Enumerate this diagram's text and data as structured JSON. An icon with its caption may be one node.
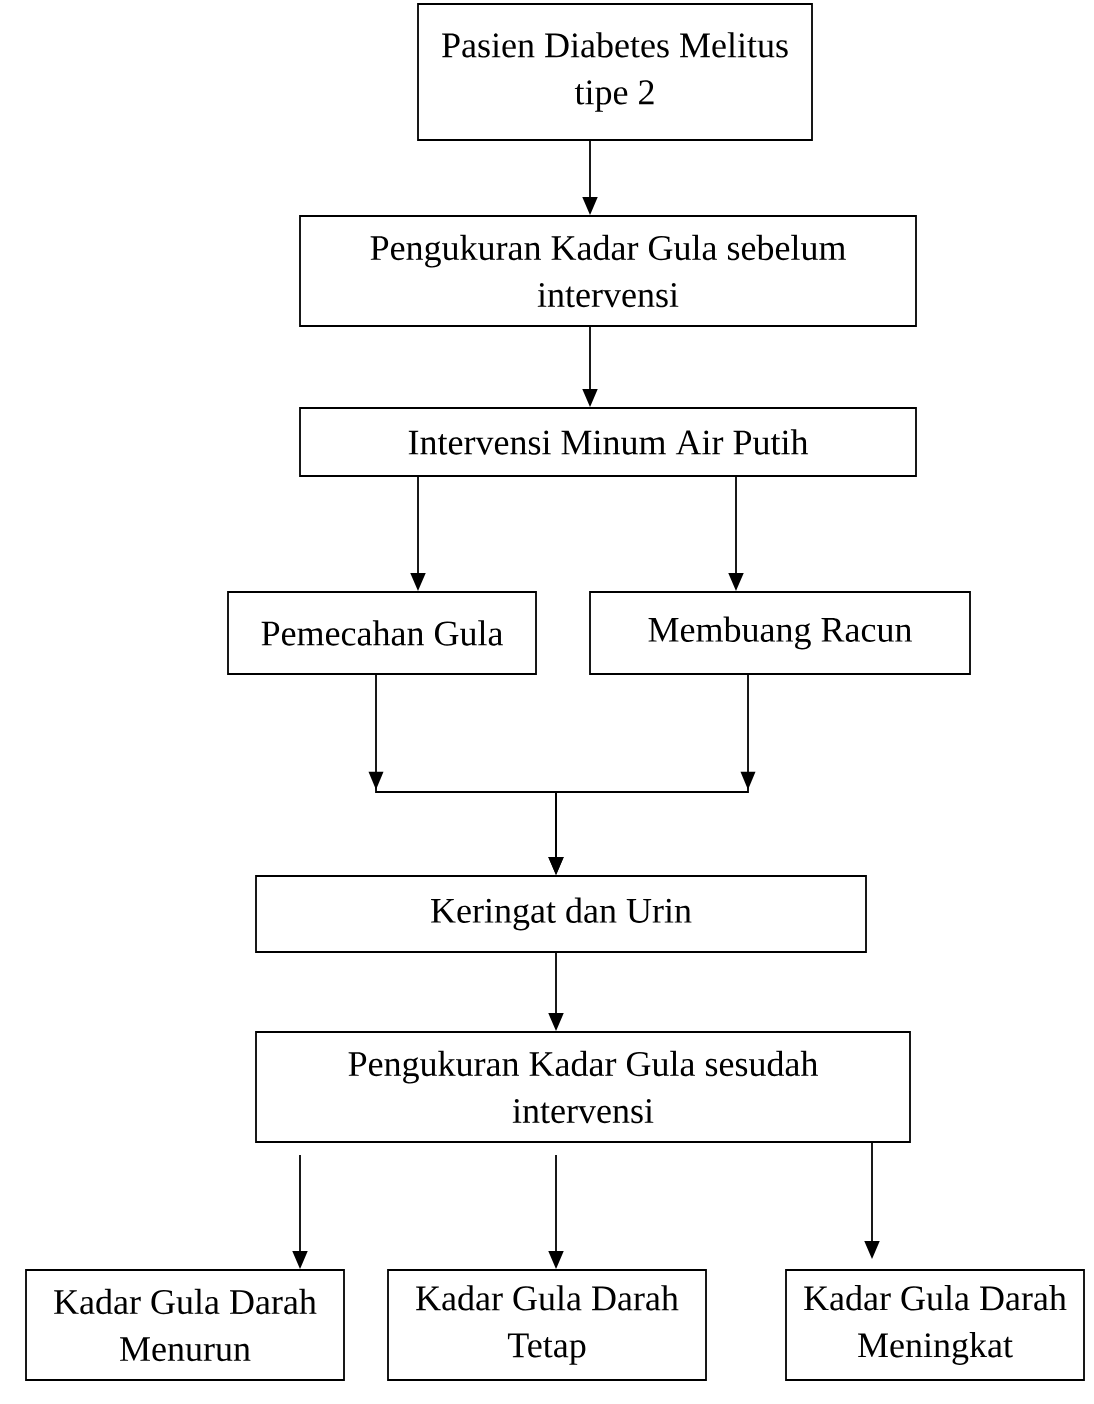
{
  "diagram": {
    "nodes": [
      {
        "text": [
          "Pasien Diabetes Melitus tipe 2"
        ]
      },
      {
        "text": [
          "Pengukuran Kadar Gula sebelum intervensi"
        ]
      },
      {
        "text": [
          "Intervensi Minum Air Putih"
        ]
      },
      {
        "text": [
          "Pemecahan Gula"
        ]
      },
      {
        "text": [
          "Membuang Racun"
        ]
      },
      {
        "text": [
          "Keringat dan Urin"
        ]
      },
      {
        "text": [
          "Pengukuran Kadar Gula sesudah intervensi"
        ]
      },
      {
        "text": [
          "Kadar Gula Darah Menurun"
        ]
      },
      {
        "text": [
          "Kadar Gula Darah Tetap"
        ]
      },
      {
        "text": [
          "Kadar Gula Darah Meningkat"
        ]
      }
    ],
    "edges": [
      {
        "from": 0,
        "to": 1,
        "arrow": "to"
      },
      {
        "from": 1,
        "to": 2,
        "arrow": "to"
      },
      {
        "from": 2,
        "to": 3,
        "arrow": "to"
      },
      {
        "from": 2,
        "to": 4,
        "arrow": "to"
      },
      {
        "from": 3,
        "to": 5,
        "arrow": "to"
      },
      {
        "from": 4,
        "to": 5,
        "arrow": "to"
      },
      {
        "from": 5,
        "to": 6,
        "arrow": "to"
      },
      {
        "from": 6,
        "to": 7,
        "arrow": "to"
      },
      {
        "from": 6,
        "to": 8,
        "arrow": "to"
      },
      {
        "from": 6,
        "to": 9,
        "arrow": "to"
      }
    ]
  }
}
